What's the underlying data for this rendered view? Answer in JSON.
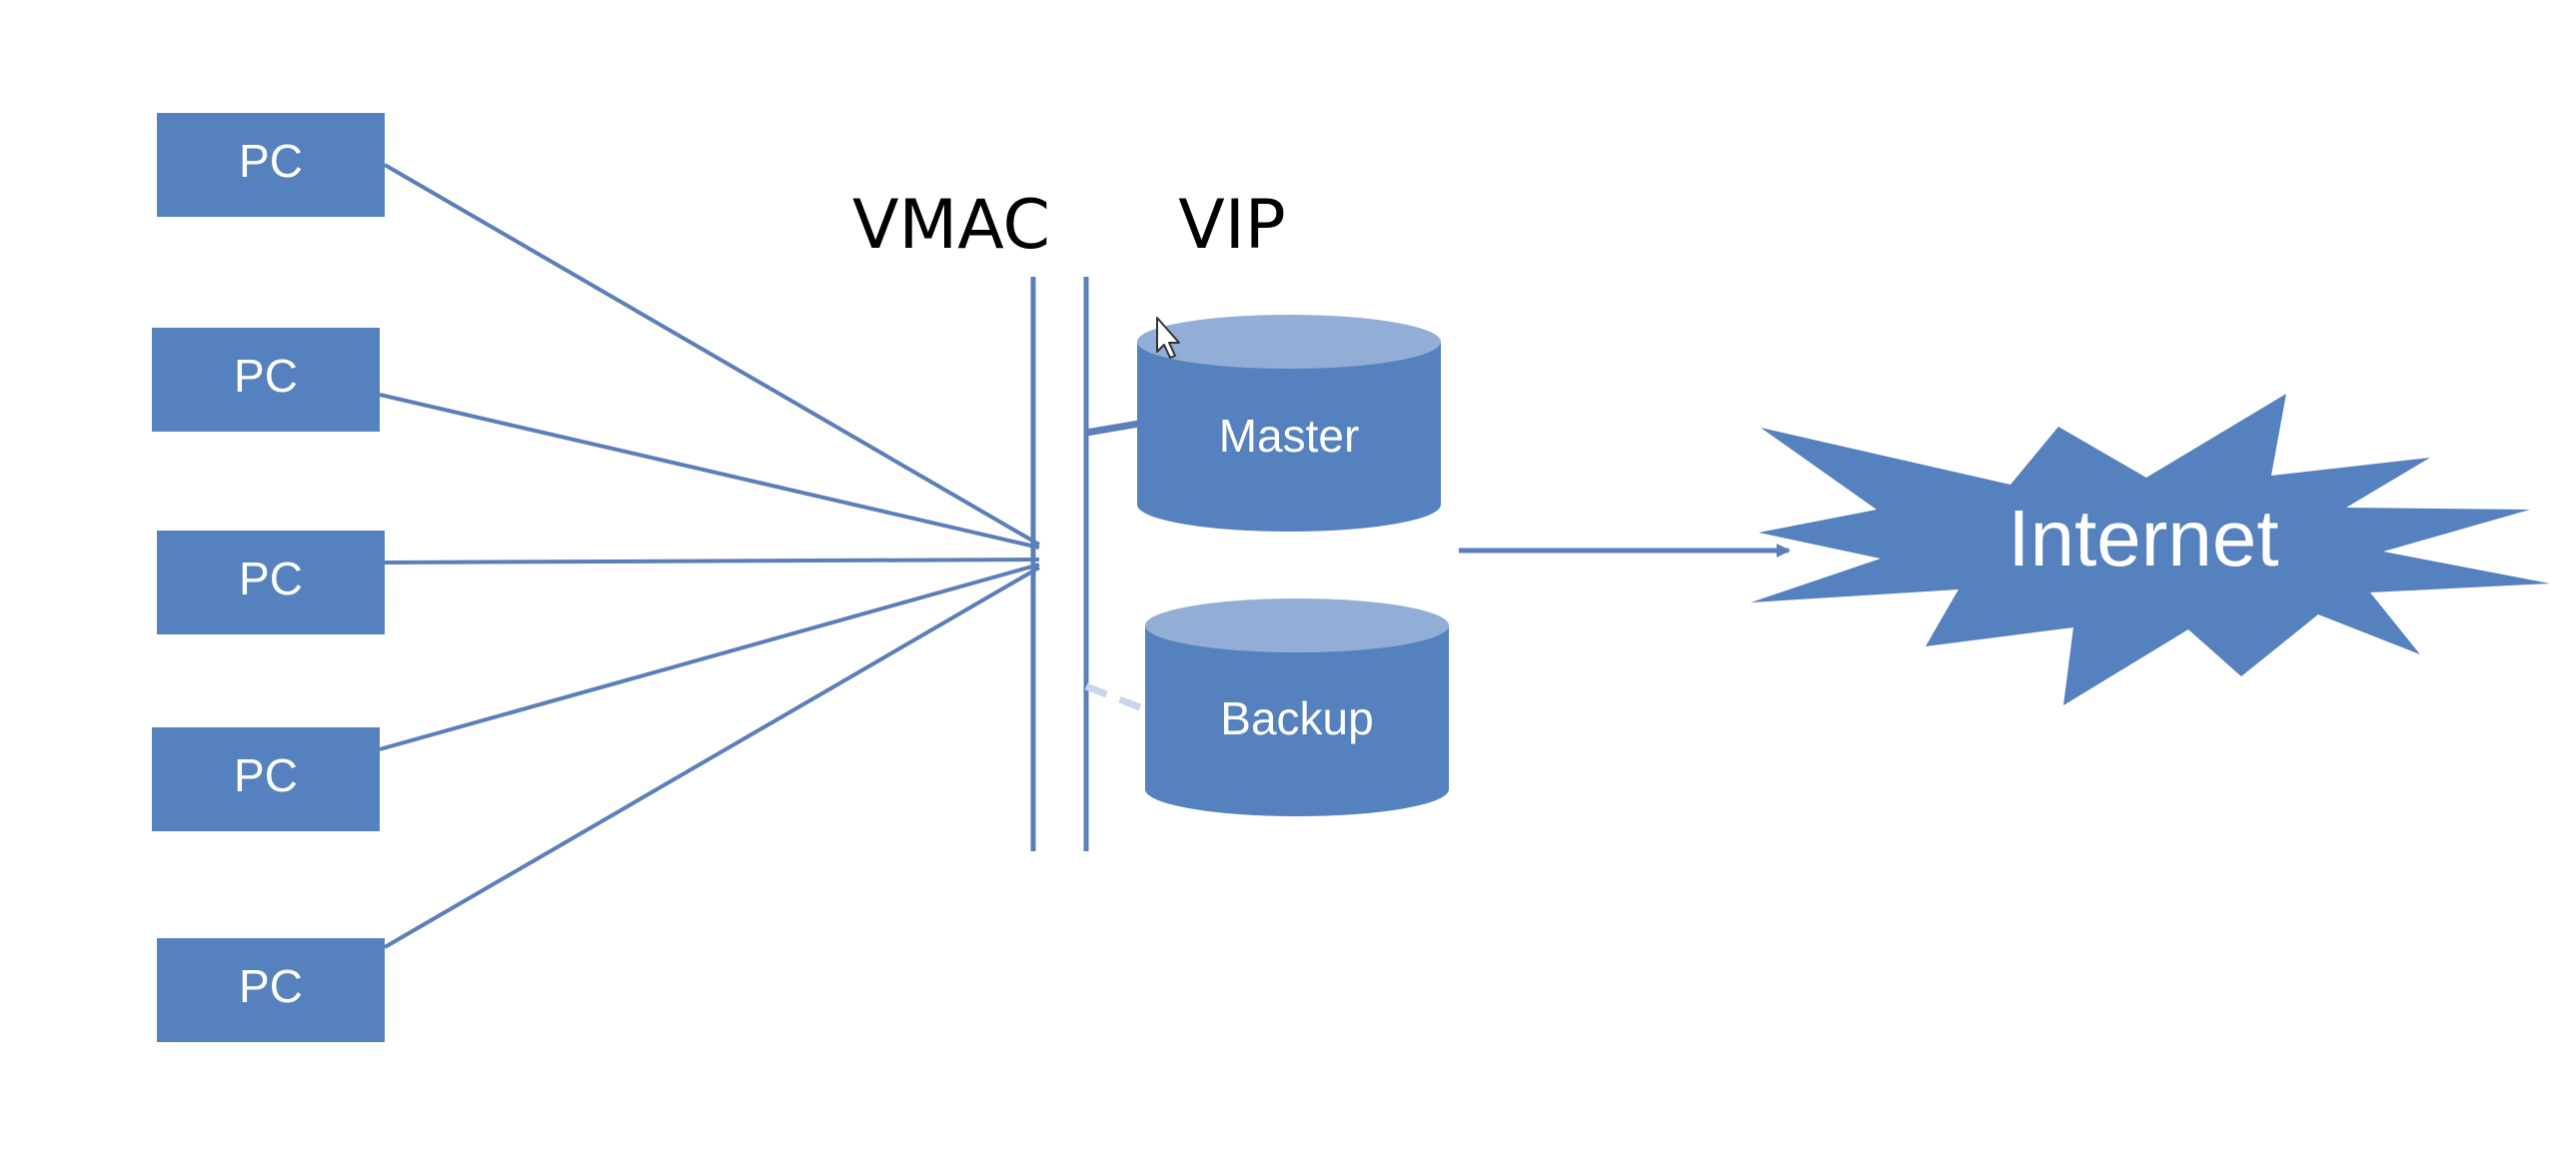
{
  "colors": {
    "node_fill": "#5681BF",
    "cylinder_top": "#93AED6",
    "line": "#5B7FB8",
    "backup_link": "#C9D6EA",
    "label_light": "#FFFFFF",
    "label_dark": "#000000"
  },
  "labels": {
    "vmac": "VMAC",
    "vip": "VIP",
    "master": "Master",
    "backup": "Backup",
    "internet": "Internet"
  },
  "pcs": [
    {
      "label": "PC"
    },
    {
      "label": "PC"
    },
    {
      "label": "PC"
    },
    {
      "label": "PC"
    },
    {
      "label": "PC"
    }
  ],
  "icons": {
    "cursor": "mouse-pointer-icon",
    "burst": "explosion-burst-icon"
  }
}
